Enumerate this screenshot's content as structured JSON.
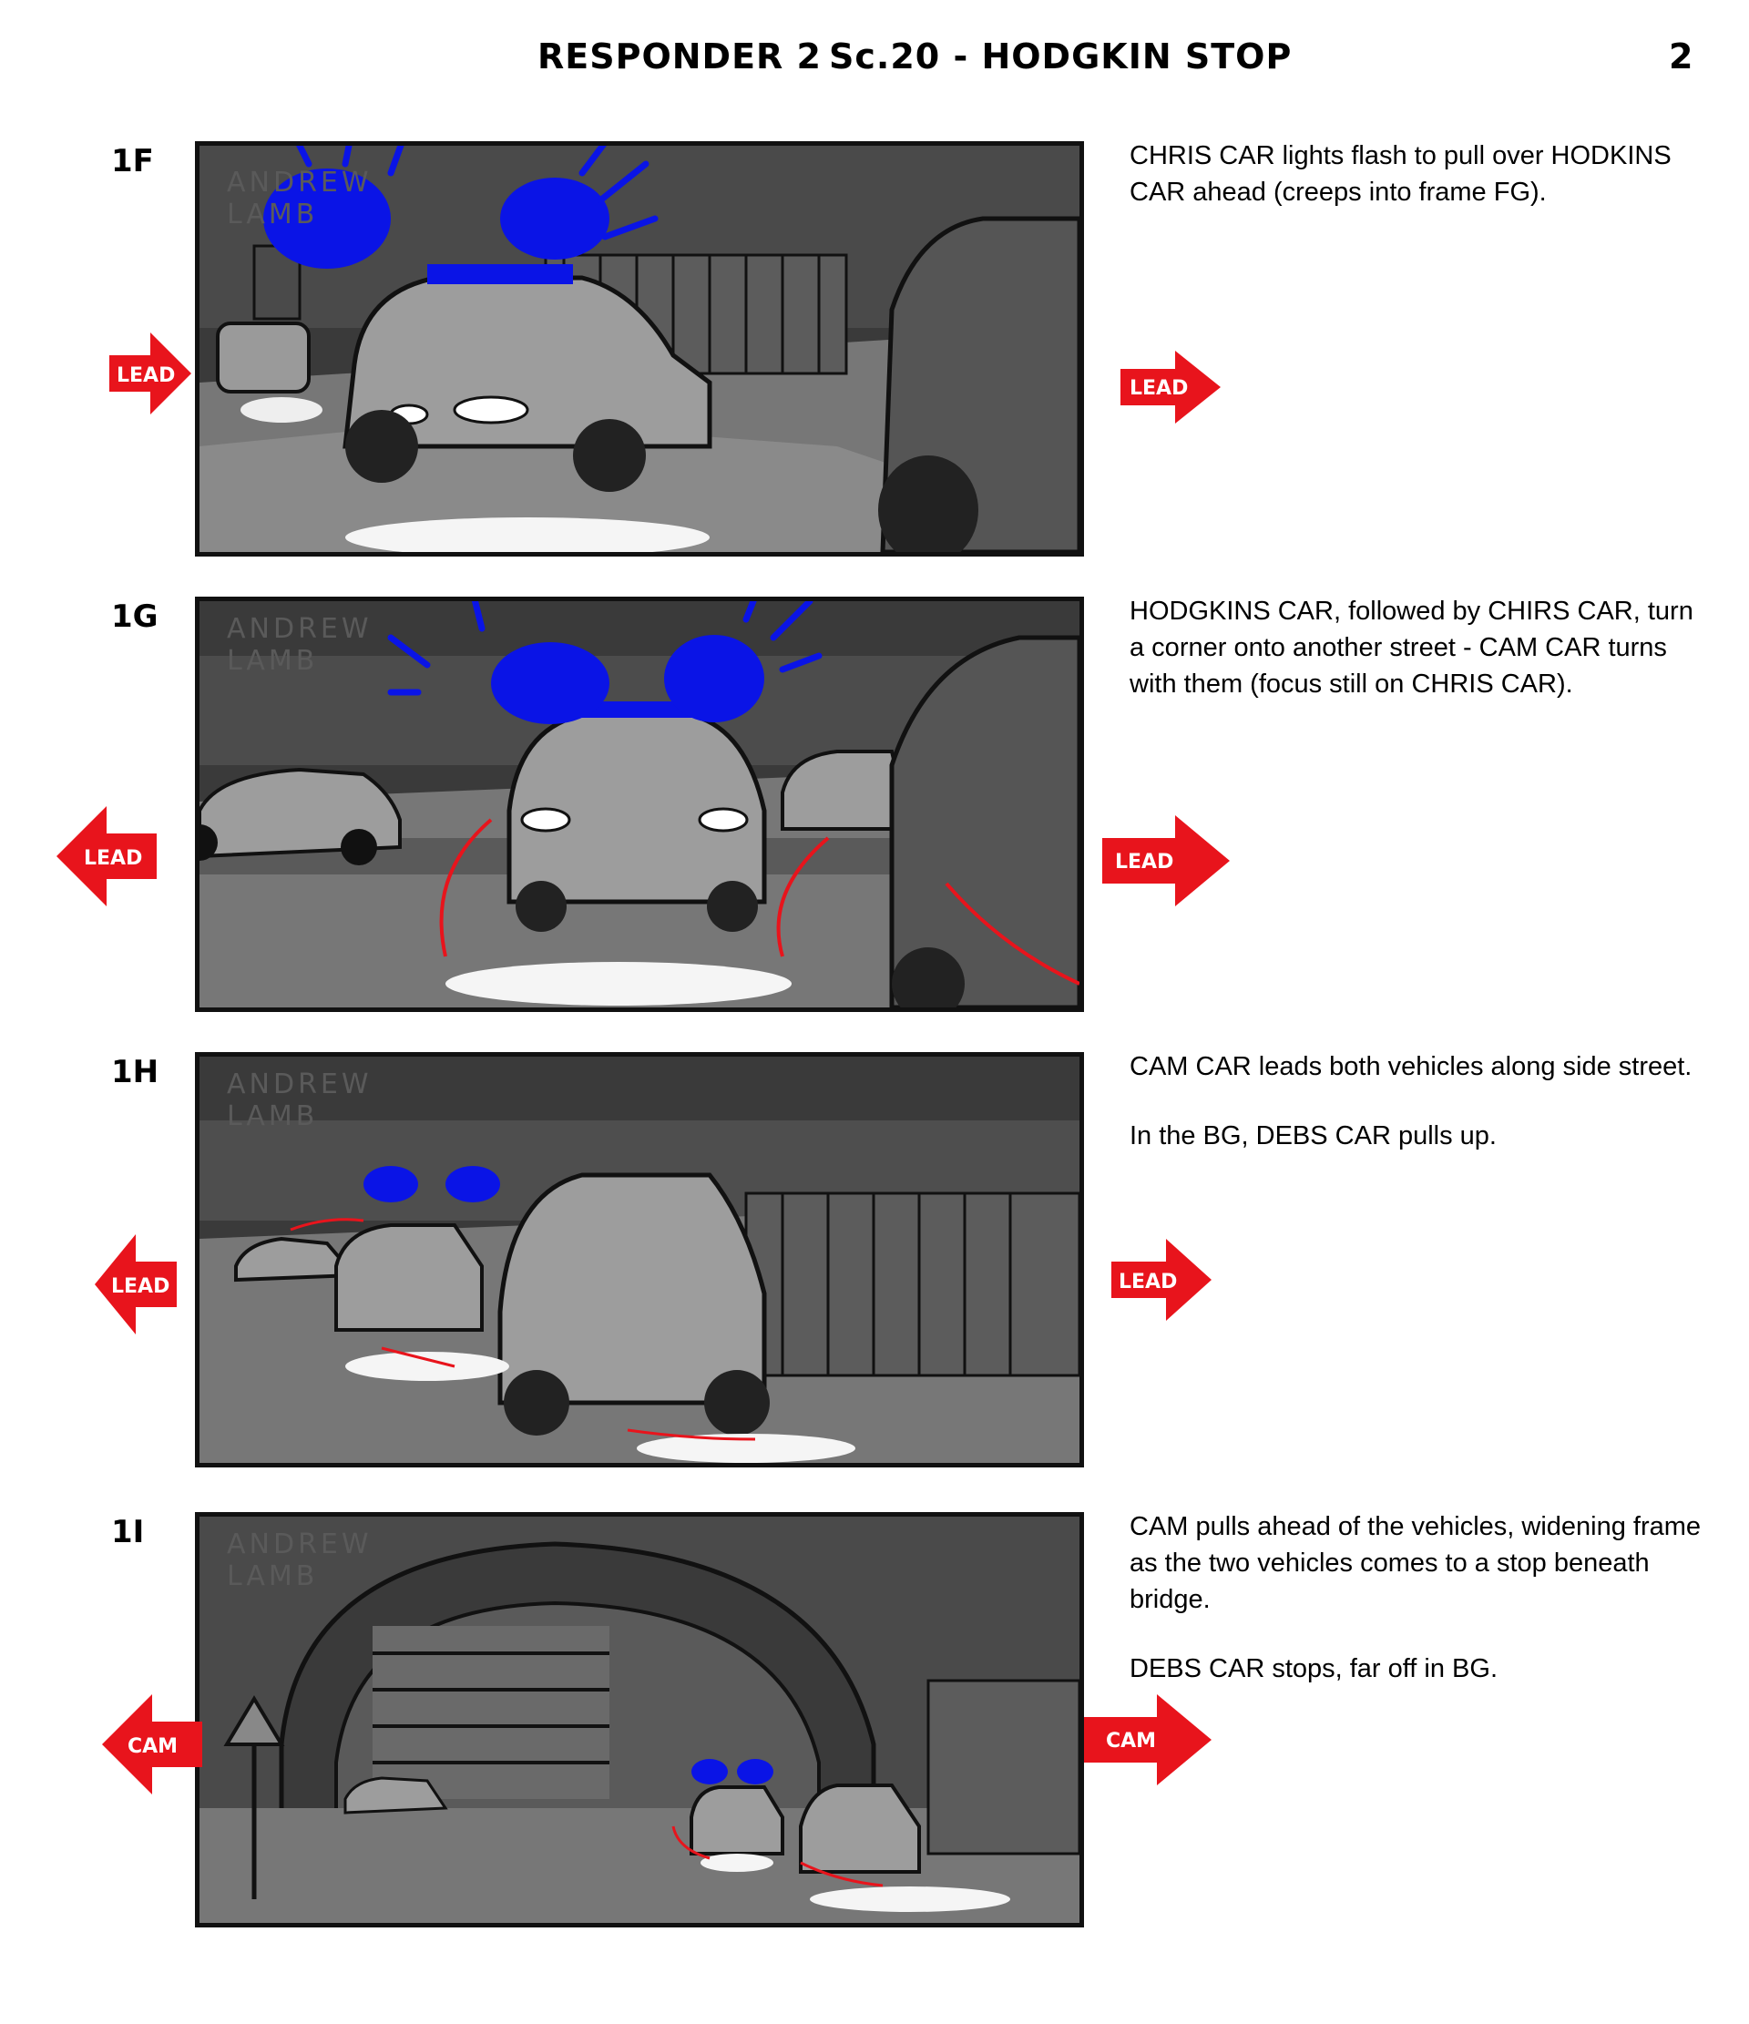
{
  "header": {
    "show_title": "RESPONDER 2",
    "scene_title": "Sc.20 - HODGKIN STOP",
    "page_number": "2"
  },
  "watermark": {
    "line1": "ANDREW",
    "line2": "LAMB"
  },
  "colors": {
    "siren_blue": "#0a14e6",
    "arrow_red": "#e8141c",
    "frame_dark": "#3c3c3c",
    "frame_mid": "#707070"
  },
  "panels": [
    {
      "shot": "1F",
      "description": [
        "CHRIS CAR lights flash to pull over HODKINS CAR ahead (creeps into frame FG)."
      ],
      "left_arrow": "LEAD",
      "right_arrow": "LEAD"
    },
    {
      "shot": "1G",
      "description": [
        "HODGKINS CAR, followed by CHIRS CAR, turn a corner onto another street - CAM CAR turns with them (focus still on CHRIS CAR)."
      ],
      "left_arrow": "LEAD",
      "right_arrow": "LEAD"
    },
    {
      "shot": "1H",
      "description": [
        "CAM CAR leads both vehicles along side street.",
        "In the BG, DEBS CAR pulls up."
      ],
      "left_arrow": "LEAD",
      "right_arrow": "LEAD"
    },
    {
      "shot": "1I",
      "description": [
        "CAM pulls ahead of the vehicles, widening frame as the two vehicles comes to a stop beneath bridge.",
        "DEBS CAR stops, far off in BG."
      ],
      "left_arrow": "CAM",
      "right_arrow": "CAM"
    }
  ]
}
